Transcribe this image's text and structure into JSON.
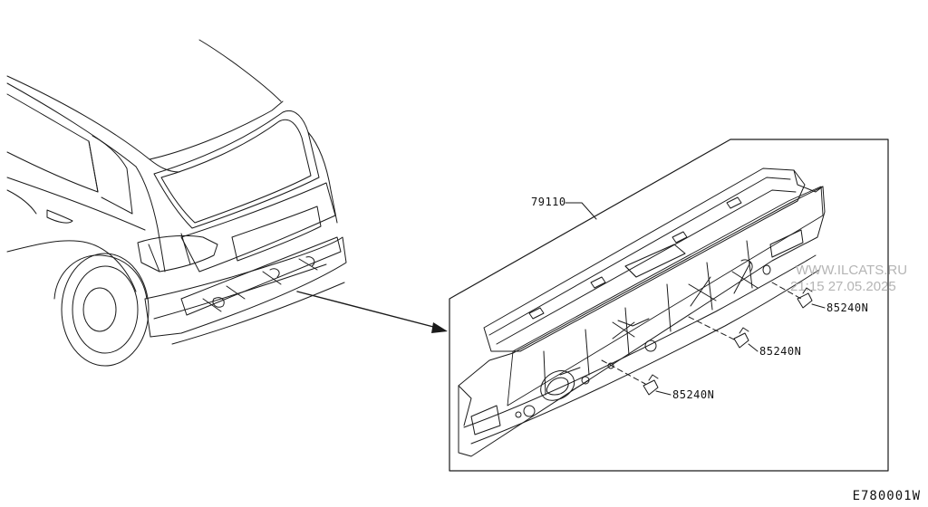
{
  "diagram": {
    "callouts": {
      "panel_part": "79110",
      "clip_part_1": "85240N",
      "clip_part_2": "85240N",
      "clip_part_3": "85240N"
    },
    "watermark": {
      "site": "WWW.ILCATS.RU",
      "timestamp": "21:15 27.05.2025"
    },
    "figure_code": "E780001W"
  }
}
